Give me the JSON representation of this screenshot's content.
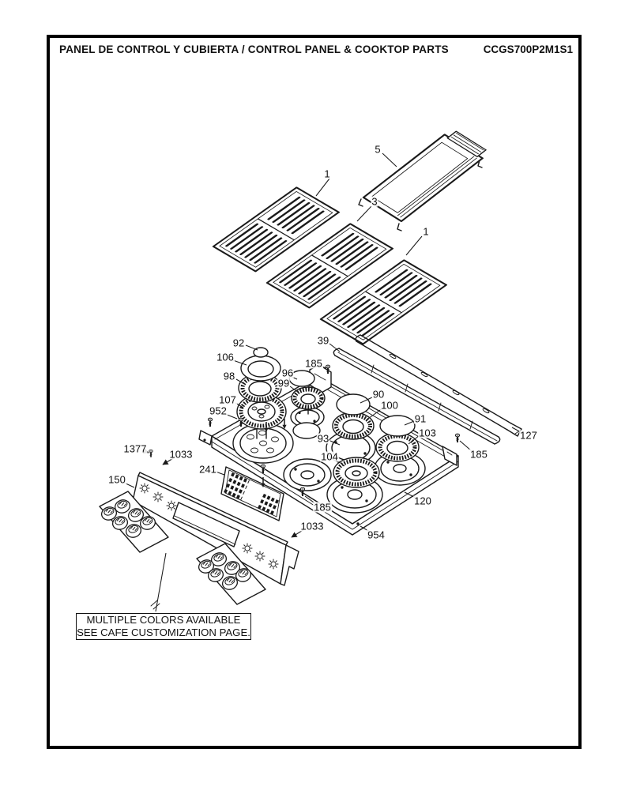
{
  "header": {
    "title": "PANEL DE CONTROL Y CUBIERTA / CONTROL PANEL & COOKTOP PARTS",
    "model": "CCGS700P2M1S1"
  },
  "note": {
    "line1": "MULTIPLE COLORS AVAILABLE",
    "line2": "SEE CAFE CUSTOMIZATION PAGE."
  },
  "callouts": {
    "grate_left": "1",
    "grate_center": "3",
    "grate_right": "1",
    "griddle": "5",
    "rail_39": "39",
    "cap_92": "92",
    "ring_106": "106",
    "burner_ring_98": "98",
    "cap_96": "96",
    "burner_99": "99",
    "burner_107": "107",
    "screws_952": "952",
    "screw_185_top": "185",
    "cap_90": "90",
    "burner_100": "100",
    "cap_91": "91",
    "burner_103": "103",
    "rail_127": "127",
    "screw_185_right": "185",
    "ring_93": "93",
    "burner_104": "104",
    "screw_185_bottom": "185",
    "main_top_120": "120",
    "screw_954": "954",
    "glass_1033_top": "1033",
    "glass_1033_bottom": "1033",
    "screw_1377": "1377",
    "panel_150": "150",
    "display_241": "241"
  }
}
